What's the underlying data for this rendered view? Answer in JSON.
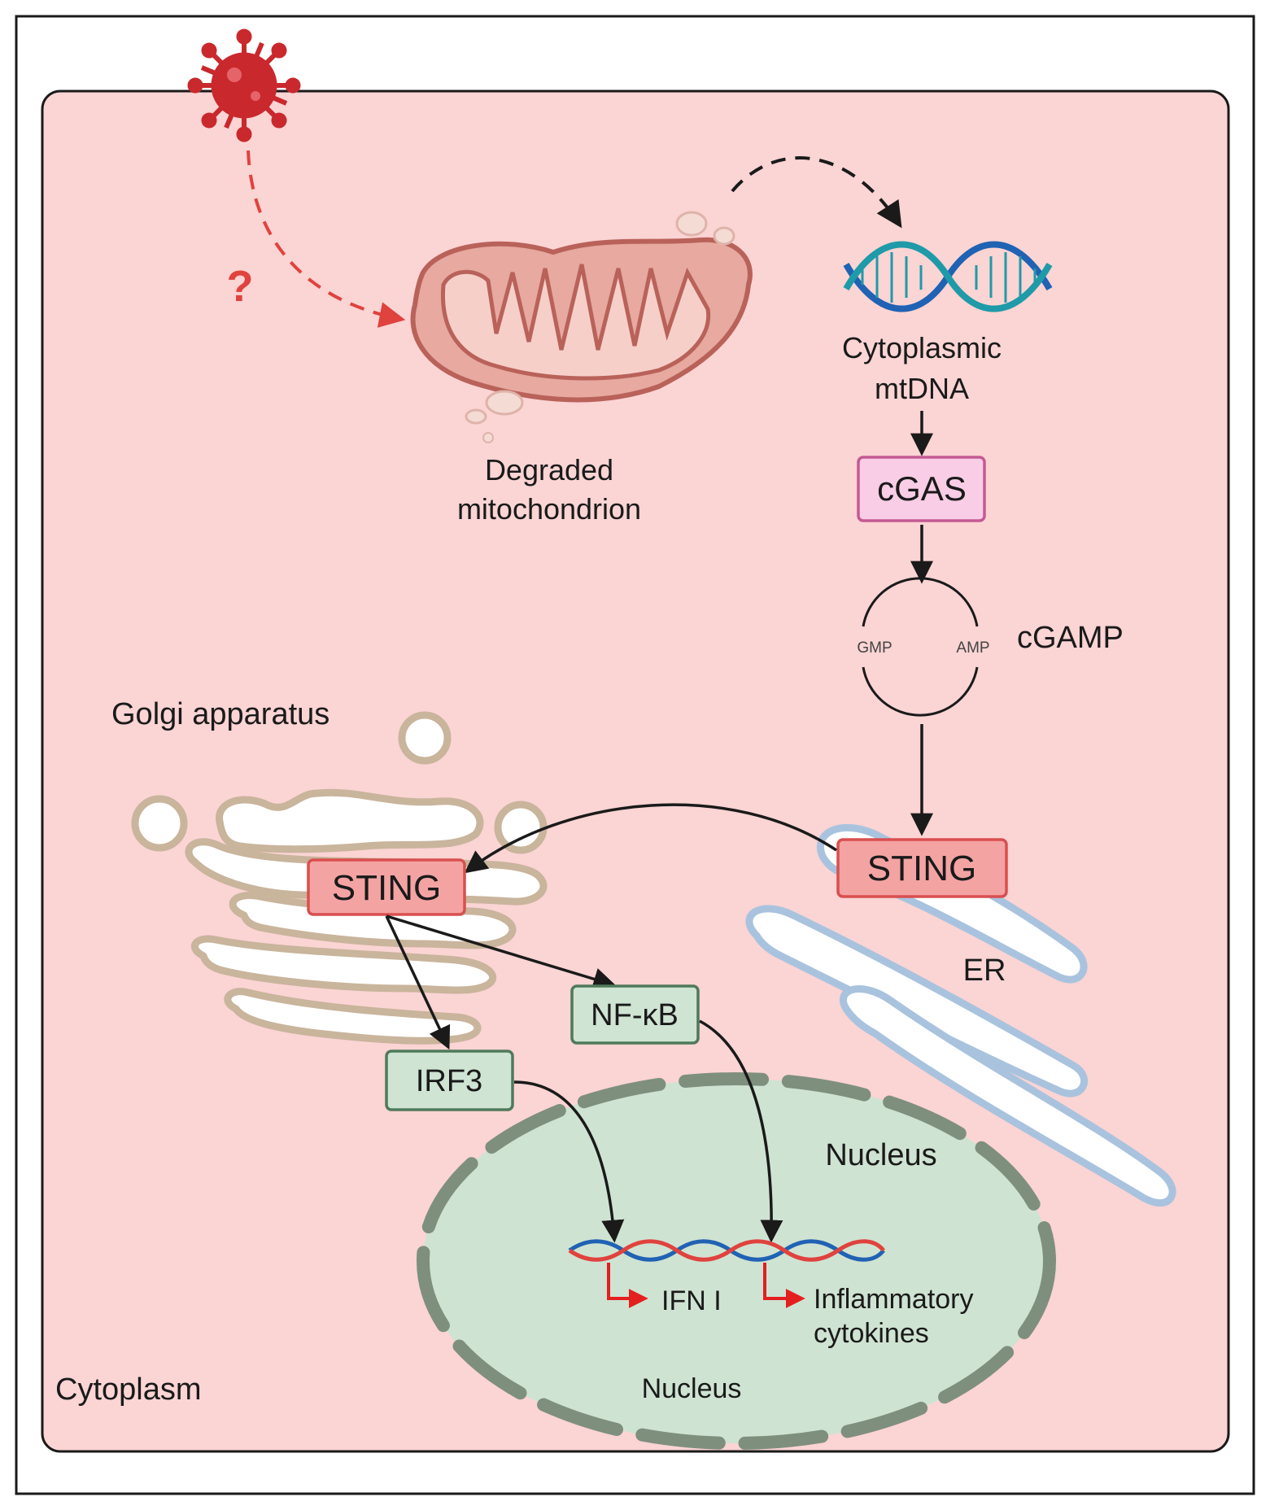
{
  "labels": {
    "question_mark": "?",
    "degraded_line1": "Degraded",
    "degraded_line2": "mitochondrion",
    "mtdna_line1": "Cytoplasmic",
    "mtdna_line2": "mtDNA",
    "cgas": "cGAS",
    "gmp": "GMP",
    "amp": "AMP",
    "cgamp": "cGAMP",
    "golgi": "Golgi apparatus",
    "sting_er": "STING",
    "sting_golgi": "STING",
    "er": "ER",
    "nfkb": "NF-κB",
    "irf3": "IRF3",
    "nucleus_top": "Nucleus",
    "ifn": "IFN I",
    "inflam_line1": "Inflammatory",
    "inflam_line2": "cytokines",
    "nucleus_bottom": "Nucleus",
    "cytoplasm": "Cytoplasm"
  },
  "colors": {
    "cell_fill": "#fbd4d4",
    "virus": "#c9282d",
    "virus_arrow": "#e0423e",
    "mito_fill": "#e7a9a0",
    "mito_stroke": "#b9625a",
    "cgas_fill": "#f9cde6",
    "cgas_stroke": "#c45a94",
    "sting_fill": "#f4a3a3",
    "sting_stroke": "#d94f4f",
    "golgi_stroke": "#c9b49c",
    "er_stroke": "#a9c3de",
    "tf_fill": "#cfe4d3",
    "tf_stroke": "#4f7a5a",
    "nucleus_fill": "#cfe3d2",
    "nucleus_stroke": "#7e8f7e",
    "dna_blue": "#2062b3",
    "dna_red": "#e0423e",
    "dna_teal": "#1f9aa8",
    "red_arrow": "#e31f1f"
  }
}
